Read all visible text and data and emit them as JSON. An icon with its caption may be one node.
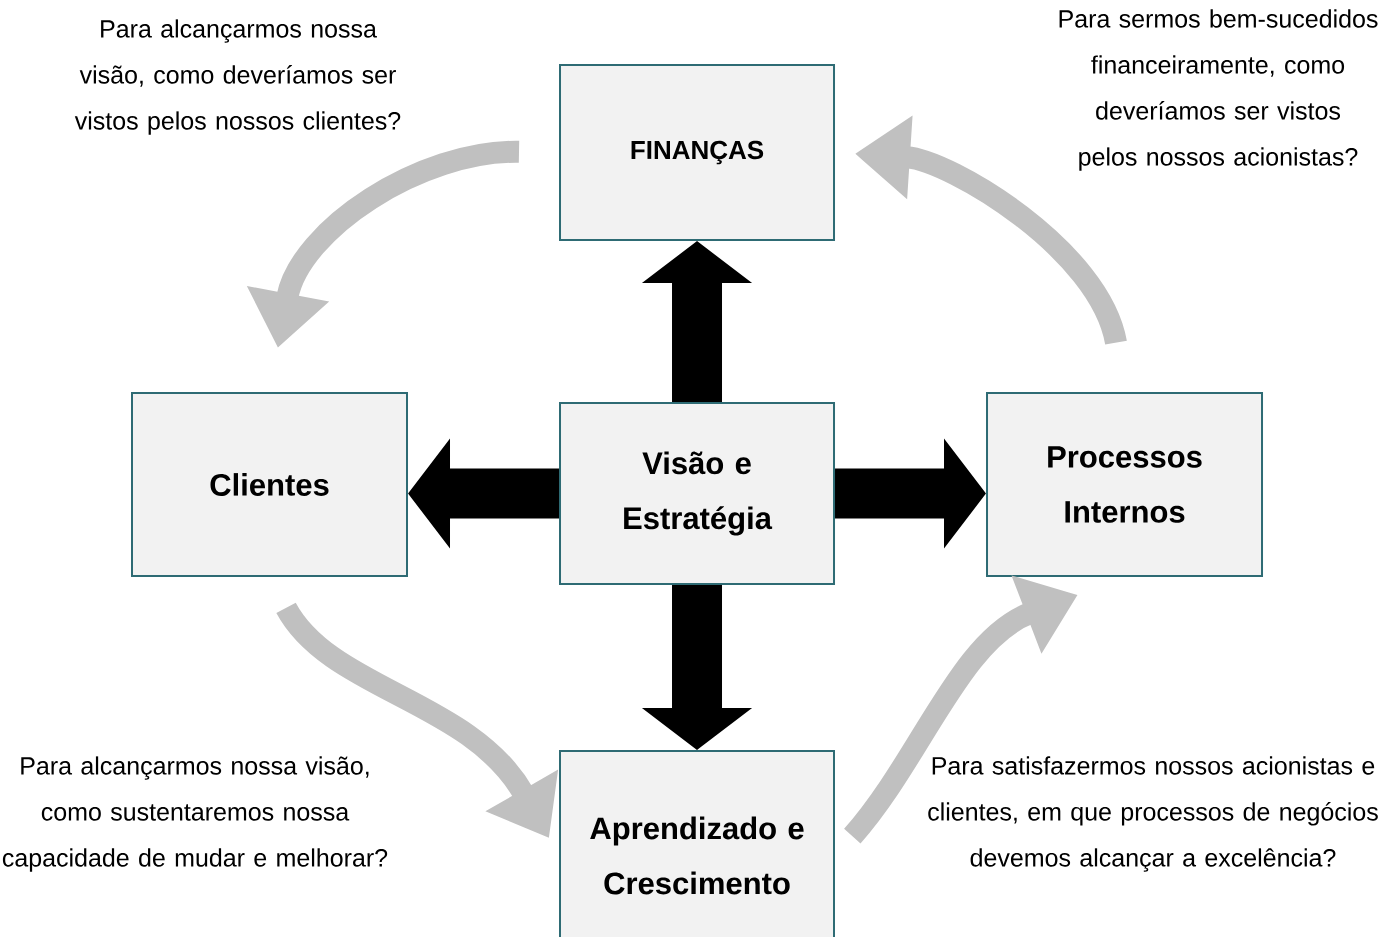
{
  "diagram": {
    "nodes": [
      {
        "text": [
          "FINANÇAS"
        ]
      },
      {
        "text": [
          "Clientes"
        ]
      },
      {
        "text": [
          "Visão e Estratégia"
        ]
      },
      {
        "text": [
          "Processos Internos"
        ]
      },
      {
        "text": [
          "Aprendizado e Crescimento"
        ]
      }
    ],
    "edges": [
      {
        "from": 2,
        "to": 0,
        "arrow": "to",
        "style": "thick"
      },
      {
        "from": 2,
        "to": 1,
        "arrow": "to",
        "style": "thick"
      },
      {
        "from": 2,
        "to": 3,
        "arrow": "to",
        "style": "thick"
      },
      {
        "from": 2,
        "to": 4,
        "arrow": "to",
        "style": "thick"
      },
      {
        "from": 0,
        "to": 1,
        "arrow": "to",
        "color": "#c0c0c0"
      },
      {
        "from": 1,
        "to": 4,
        "arrow": "to",
        "color": "#c0c0c0"
      },
      {
        "from": 4,
        "to": 3,
        "arrow": "to",
        "color": "#c0c0c0"
      },
      {
        "from": 3,
        "to": 0,
        "arrow": "to",
        "color": "#c0c0c0"
      }
    ],
    "labels": [
      "Para alcançarmos nossa visão, como deveríamos ser vistos pelos nossos clientes?",
      "Para sermos bem-sucedidos financeiramente, como deveríamos ser vistos pelos nossos acionistas?",
      "Para alcançarmos nossa visão, como sustentaremos nossa capacidade de mudar e melhorar?",
      "Para satisfazermos nossos acionistas e clientes, em que processos de negócios devemos alcançar a excelência?"
    ]
  }
}
